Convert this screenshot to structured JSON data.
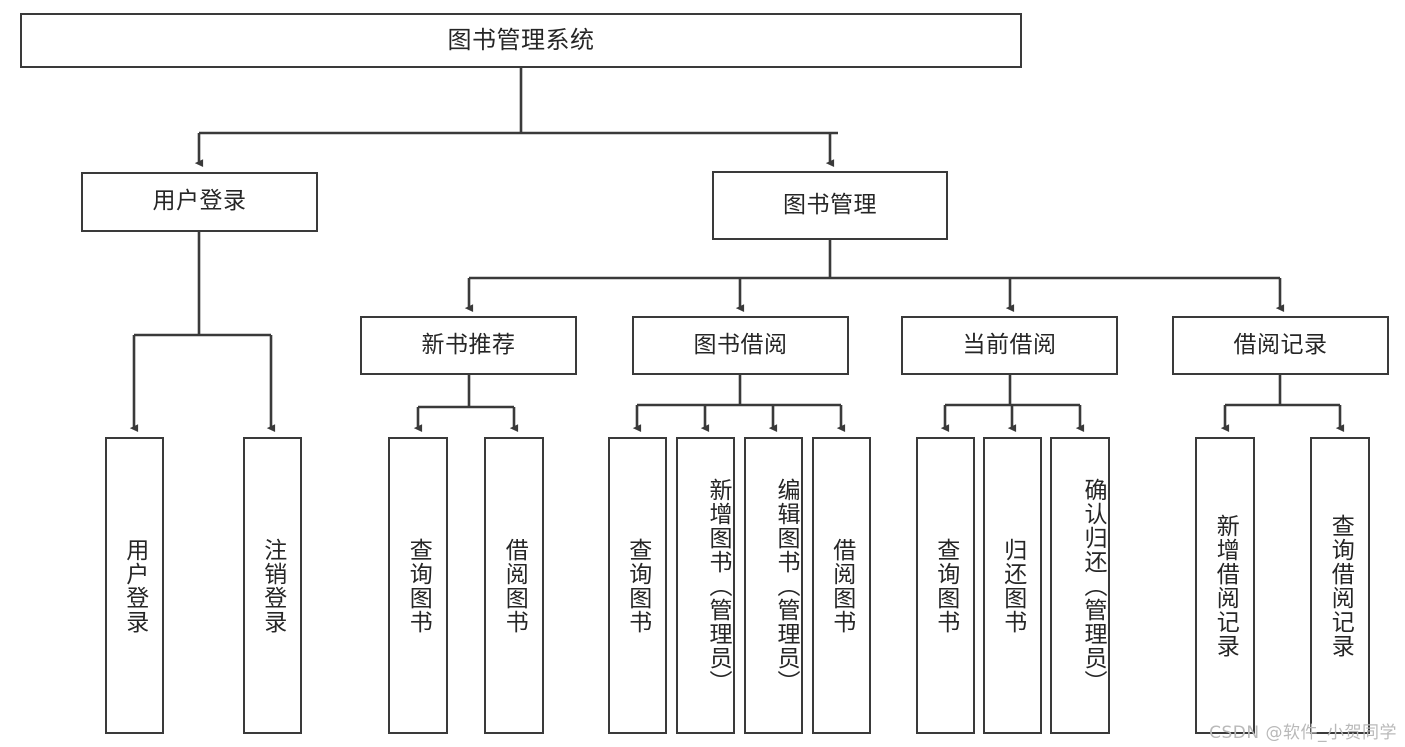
{
  "diagram": {
    "title": "图书管理系统",
    "type": "tree",
    "watermark": "CSDN @软件_小贺同学",
    "colors": {
      "box_border": "#3a3a3a",
      "box_fill": "#ffffff",
      "edge": "#3a3a3a",
      "text": "#262626",
      "watermark": "#b9b9b9",
      "background": "#ffffff"
    },
    "root": {
      "label": "图书管理系统"
    },
    "level1": [
      {
        "id": "user-login",
        "label": "用户登录"
      },
      {
        "id": "book-manage",
        "label": "图书管理"
      }
    ],
    "level2": [
      {
        "id": "new-book-recommend",
        "label": "新书推荐",
        "parent": "book-manage"
      },
      {
        "id": "book-borrow",
        "label": "图书借阅",
        "parent": "book-manage"
      },
      {
        "id": "current-borrow",
        "label": "当前借阅",
        "parent": "book-manage"
      },
      {
        "id": "borrow-record",
        "label": "借阅记录",
        "parent": "book-manage"
      }
    ],
    "leaves": {
      "user_login": [
        {
          "id": "leaf-user-login",
          "label": "用户登录"
        },
        {
          "id": "leaf-user-logout",
          "label": "注销登录"
        }
      ],
      "new_book_recommend": [
        {
          "id": "leaf-query-book-1",
          "label": "查询图书"
        },
        {
          "id": "leaf-borrow-book-1",
          "label": "借阅图书"
        }
      ],
      "book_borrow": [
        {
          "id": "leaf-query-book-2",
          "label": "查询图书"
        },
        {
          "id": "leaf-add-book",
          "label": "新增图书（管理员）"
        },
        {
          "id": "leaf-edit-book",
          "label": "编辑图书（管理员）"
        },
        {
          "id": "leaf-borrow-book-2",
          "label": "借阅图书"
        }
      ],
      "current_borrow": [
        {
          "id": "leaf-query-book-3",
          "label": "查询图书"
        },
        {
          "id": "leaf-return-book",
          "label": "归还图书"
        },
        {
          "id": "leaf-confirm-return",
          "label": "确认归还（管理员）"
        }
      ],
      "borrow_record": [
        {
          "id": "leaf-add-record",
          "label": "新增借阅记录"
        },
        {
          "id": "leaf-query-record",
          "label": "查询借阅记录"
        }
      ]
    }
  }
}
